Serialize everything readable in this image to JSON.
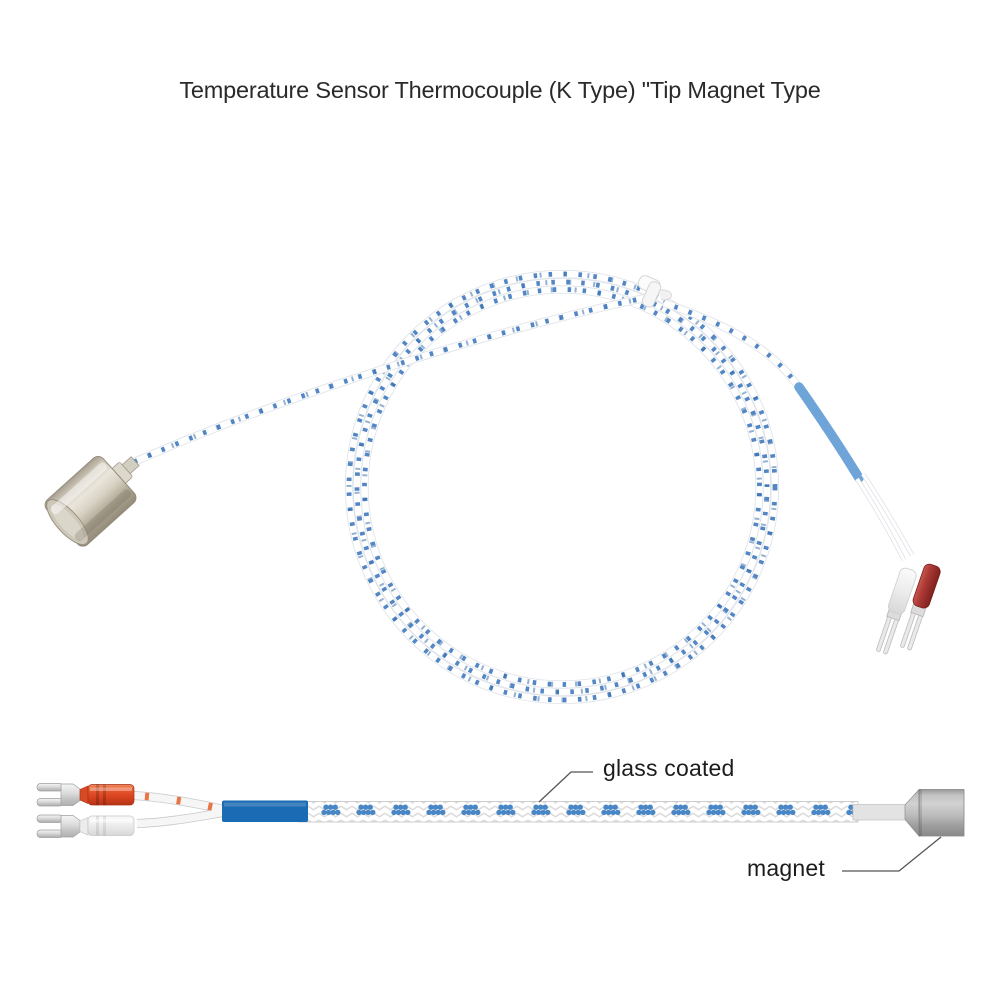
{
  "title": "Temperature Sensor Thermocouple (K Type) \"Tip Magnet Type",
  "annotations": {
    "glass_coated_label": "glass coated",
    "magnet_label": "magnet"
  },
  "colors": {
    "background": "#ffffff",
    "title_text": "#2a2a2a",
    "label_text": "#1c1c1c",
    "callout_line": "#555555",
    "cable_blue_speckle": "#4a7fc1",
    "cable_speckle_dark": "#2e66a8",
    "cluster_blue": "#4886c5",
    "blue_sleeve": "#1b6ab4",
    "heat_shrink_blue": "#6fa4d9",
    "wire_stripe_orange": "#e87646",
    "crimp_red_diagram": "#e1502d",
    "crimp_red_photo": "#a93833",
    "crimp_white": "#ececec",
    "terminal_silver": "#d5d5d5",
    "magnet_gray_diagram": "#b0b0b0",
    "magnet_metal_photo": "#cfc9bb",
    "weave_gray": "#dcdcdc"
  }
}
